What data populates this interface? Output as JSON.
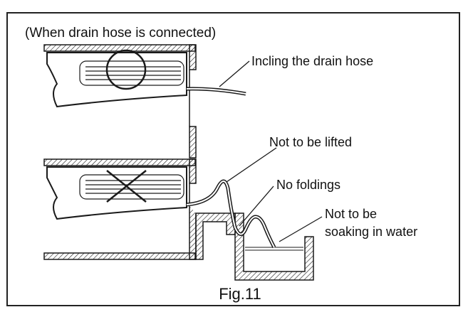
{
  "diagram": {
    "header": "(When drain hose is connected)",
    "labels": {
      "incline": "Incling the drain hose",
      "not_lifted": "Not to be lifted",
      "no_foldings": "No foldings",
      "soaking_line1": "Not to be",
      "soaking_line2": "soaking in water"
    },
    "caption": "Fig.11",
    "colors": {
      "line": "#1a1a1a",
      "background": "#ffffff"
    }
  }
}
